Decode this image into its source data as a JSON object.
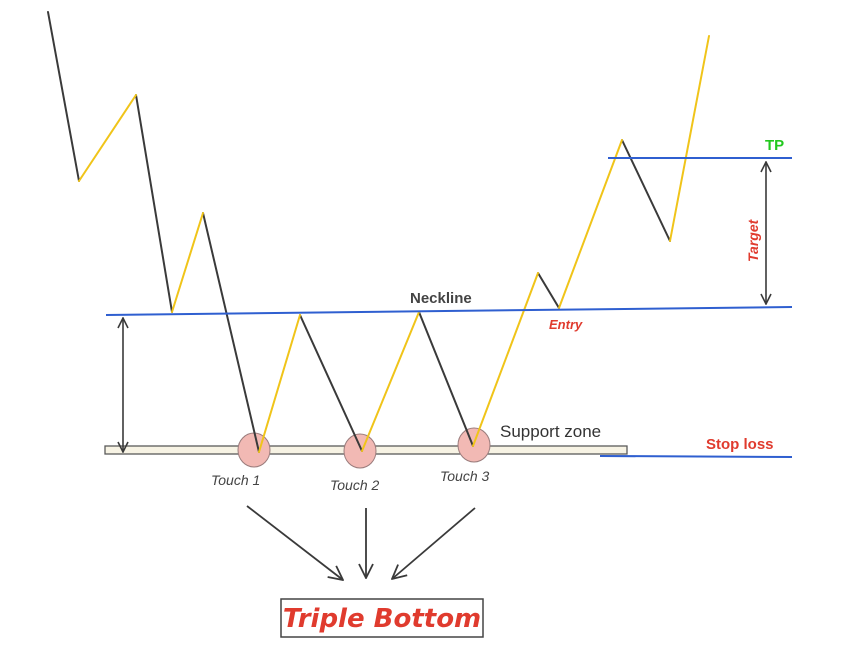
{
  "labels": {
    "neckline": "Neckline",
    "support_zone": "Support zone",
    "tp": "TP",
    "stop_loss": "Stop loss",
    "entry": "Entry",
    "target": "Target",
    "touch1": "Touch 1",
    "touch2": "Touch 2",
    "touch3": "Touch 3",
    "title": "Triple Bottom"
  },
  "colors": {
    "down_segment": "#3a3a3a",
    "up_segment": "#f0c419",
    "level_line": "#2f5fd0",
    "accent_red": "#e03b2e",
    "tp_green": "#22c81e",
    "touch_marker": "#f2b9b4"
  }
}
